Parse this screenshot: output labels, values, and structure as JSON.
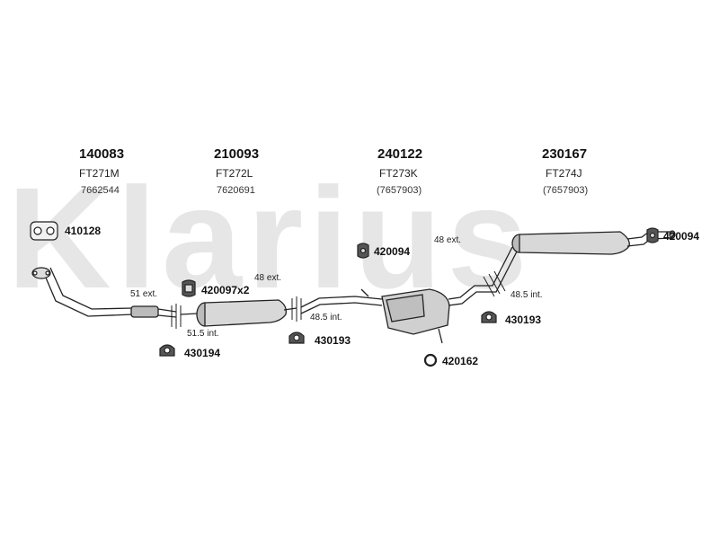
{
  "watermark": "Klarius",
  "colors": {
    "line": "#222222",
    "fill": "#d8d8d8",
    "dark": "#555555",
    "watermark": "#e6e6e6"
  },
  "sections": [
    {
      "code": "140083",
      "ref": "FT271M",
      "oem": "7662544"
    },
    {
      "code": "210093",
      "ref": "FT272L",
      "oem": "7620691"
    },
    {
      "code": "240122",
      "ref": "FT273K",
      "oem": "(7657903)"
    },
    {
      "code": "230167",
      "ref": "FT274J",
      "oem": "(7657903)"
    }
  ],
  "parts": [
    {
      "number": "410128",
      "icon": "gasket-icon"
    },
    {
      "number": "420097x2",
      "icon": "rubber-mount-icon"
    },
    {
      "number": "430194",
      "icon": "clamp-icon"
    },
    {
      "number": "430193",
      "icon": "clamp-icon"
    },
    {
      "number": "420094",
      "icon": "rubber-mount-icon"
    },
    {
      "number": "420162",
      "icon": "ring-icon"
    },
    {
      "number": "430193",
      "icon": "clamp-icon"
    },
    {
      "number": "420094",
      "icon": "rubber-mount-icon"
    }
  ],
  "dimensions": [
    "51 ext.",
    "51.5 int.",
    "48 ext.",
    "48.5 int.",
    "48 ext.",
    "48.5 int."
  ]
}
